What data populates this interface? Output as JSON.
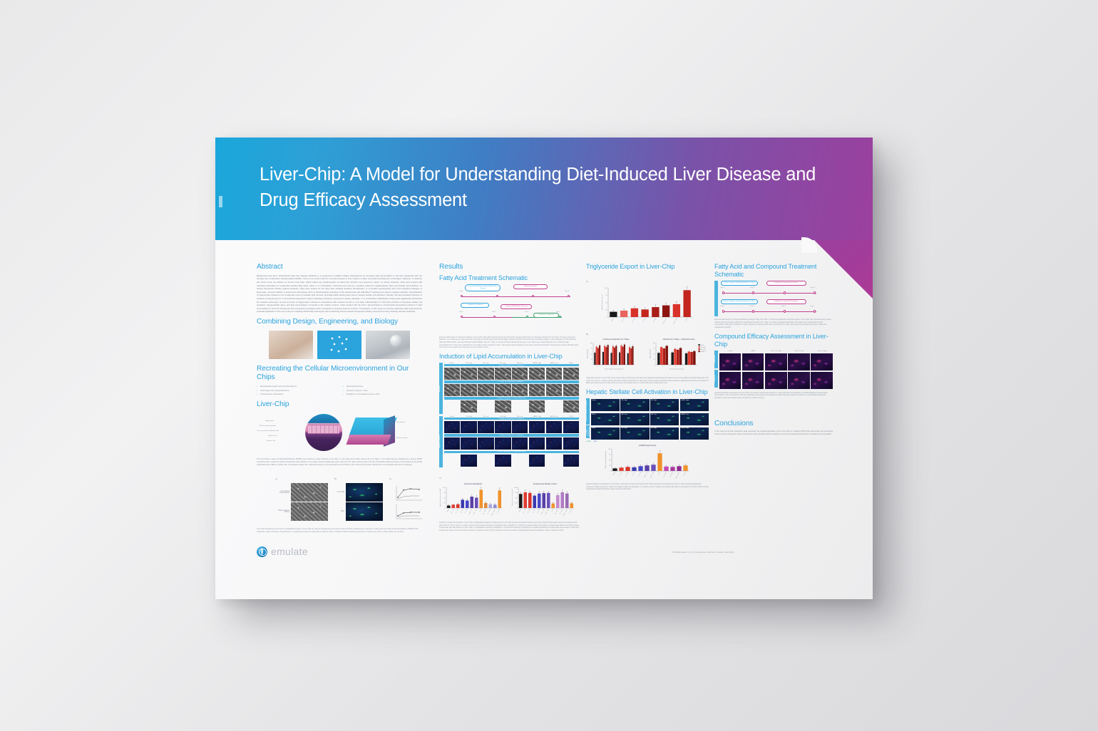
{
  "poster": {
    "title": "Liver-Chip: A Model for Understanding Diet-Induced Liver Disease and Drug Efficacy Assessment",
    "copyright": "© 2020 Emulate, Inc | 27 Drydock Ave, 5th Floor | Boston, MA 02210",
    "logo_text": "emulate"
  },
  "abstract": {
    "heading": "Abstract",
    "body": "Background and Aims. Nonalcoholic fatty liver disease (NAFLD) is a progressive condition initially characterized by increased lipid accumulation in the liver (steatosis) and can develop into nonalcoholic steatohepatitis (NASH). There is an unmet need for a human-relevant in vitro model to enable successful development of therapies. Methods. To address this unmet need, we utilized our human Liver-Chip, which retains key characteristics of native liver function over long-term culture. To induce steatosis, chips were treated with saturated (palmitate) or unsaturated (oleate) fatty acids, alone or in combination. TGF-beta was used as a positive control for hepatocellular injury and stellate cell activation. To assess therapeutic efficacy against steatosis, chips were treated for two days after initiating steatosis (therapeutic), or co-treated (prophylactic) with a liver-targeted analogue of firsocostat, a known inhibitor of acetyl-CoA carboxylase (ACC-i). Morphological evaluation of the hepatocytes and AdipoRed™ staining was used to evaluate steatosis. Quantification of triglycerides released in the media was used to evaluate lipid removal, and alpha-SMA staining was used to assess stellate cell activation. Results. We demonstrated induction of steatosis in hepatocytes in a concentration-dependent manner following continuous exposure to oleate, palmitate, or in combination. Withdrawal of fatty acids significantly diminished the steatotic phenotype as well as levels of triglycerides released in accordance with relevant human in vivo data. Administration of TGF-beta resulted in increased stellate cell activation, hepatocellular injury, and lipid accumulation compared to the vehicle controls. Chips treated with the ACC-i demonstrated a concentration-dependent reduction in lipid accumulation in both the therapeutic and prophylactic paradigms when compared to steatosis-induced controls. Conclusions. In this study we provide preliminary data supporting the potential application of the Liver-Chip for modeling NAFLD-like phenotypes and conducting human-relevant therapeutic efficacy assessment using clinically relevant endpoints."
  },
  "design": {
    "heading": "Combining Design, Engineering, and Biology",
    "images": [
      "chip-in-hand-photo",
      "cell-pattern-graphic",
      "instrument-render"
    ]
  },
  "microenvironment": {
    "heading": "Recreating the Cellular Microenvironment in Our Chips",
    "bullets_left": [
      "Extracellular matrix and cell interactions",
      "Cell shape and cytoarchitecture",
      "Tissue-tissue interactions"
    ],
    "bullets_right": [
      "Mechanical forces",
      "Dynamic system + flow",
      "Resident or circulating immune cells"
    ]
  },
  "liverchip": {
    "heading": "Liver-Chip",
    "diagram_labels_left": [
      "Hepatocytes",
      "ECM-coated membrane",
      "Liver sinusoidal endothelial cells",
      "Stellate cells",
      "Kupffer cells"
    ],
    "diagram_labels_right": [
      "Top channel",
      "Bottom channel"
    ],
    "body": "The Liver-Chip is made of polydimethylsiloxane (PDMS) and contains an upper channel (1 mm high x 1 mm wide) and a lower channel (0.2 mm high x 1 mm wide) that are separated by a porous PDMS membrane that is coated by hepatic extracellular matrix (ECM). In our design, primary hepatocytes were cultured in the upper channel and on the top of the ECM-coated membrane, and primary liver sinusoidal endothelial cells (LSECs), Kupffer cells, and hepatic stellate cells, collectively known as non-parenchymal cells (NPCs), were cultured in the lower channel and on the opposite side of the membrane.",
    "figure_panels": [
      "A)",
      "B)",
      "C)"
    ],
    "panel_a_labels": [
      "Top channel (Hepatocytes)",
      "Bottom channel (NPCs)"
    ],
    "panel_b_labels": [
      "Liver-Chip",
      "Plate"
    ],
    "caption": "Liver-Chip Morphology and Function. A) Brightfield images of Liver-Chip top channel (hepatocytes) and bottom channel (NPCs) maintained up to 14 days in culture. B) Liver-Chips showed localization of MRP2 at the canalicular / efflux membrane of hepatocytes vs. hepatocytes cultured on plate after 14 days in culture. C) Rates of albumin and urea secretions in human Liver-Chip vs. plate culture over 14 days."
  },
  "results": {
    "heading": "Results"
  },
  "fa_schematic": {
    "heading": "Fatty Acid Treatment Schematic",
    "pills": [
      "Liver-Chip Seeding, Seeding Stabilization, Dosing",
      "Steatosis Induction",
      "Continuous Treatment",
      "Treatment Withdrawal / Recovery",
      "Continuous Treatment"
    ],
    "timeline_top_days": [
      "Day 0",
      "Day 5",
      "Day 10"
    ],
    "timeline_mid_days": [
      "Day 0",
      "Day 5",
      "Day 7"
    ],
    "timeline_bot_days": [
      "Day 0",
      "Day 3",
      "Day 5",
      "Day 7"
    ],
    "caption": "Experimental Design for Lipid Accumulation in Liver-Chip. Fatty acid treatment protocols showing the experimental timeline for steatosis induction in Liver-Chip. To create continuous steatosis, Liver-Chips were treated with oleic acid (OA) at 150 µM (Low) and 300 µM (High), palmitic acid (PA) at 50 µM (Low) and 300 µM (High), or the combination of OA and PA at 300 µM (OA/PA-HIGH), oleic acid 300 µM (OA/PA-300µM), high for 7 days. To model induction followed by recovery, Liver-Chips were treated with OA, PA, or OA/PA at high concentrations for 3 days then maintained in non-treated culture media for 4 days. TGF-β was treated separately at 10 ng/mL. Both Top and bottom channels were dosed with fatty acids and TGF-β; non-treated Liver-Chip was used as a vehicle control."
  },
  "lipid_accumulation": {
    "heading": "Induction of Lipid Accumulation in Liver-Chip",
    "panel_letters": [
      "A)",
      "B)",
      "C)"
    ],
    "column_labels": [
      "Vehicle",
      "OA - High",
      "OA - Low",
      "PA - High",
      "PA - Low",
      "OA/PA - High",
      "OA/PA - Low",
      "TGF-β"
    ],
    "row_bands": [
      "3 Days of Continuous Treatment",
      "7 Days of Continuous Treatment",
      "3 Days Treatment + 4 Days Recovery"
    ],
    "side_band_a": "Brightfield",
    "side_band_b": "AdipoRed / Hoechst",
    "caption": "Induction of Lipid Accumulation in Liver-Chip. A) Brightfield imaging of hepatocytes in Liver-Chip showing increased incidence and sizes of lipid droplets after continuous treatment with fatty acids for 3 and 7 days vs. vehicle controls. B) Increased expression of lipophilic stain, AdipoRed™, confirming increased lipid accumulation in hepatocytes within Liver-Chips treated continuously with fatty acids for 3 and 7 days. C) Quantitative analysis of AdipoRed™ and Hoechst staining of hepatocytes revealed significantly increased lipid accumulation in fatty acid treated Liver-Chips as well as TGF-β treatment vs vehicle controls. TGF-β resulted in toxicity as evident by significantly reduced hepatocyte nuclei vs vehicle controls."
  },
  "lipid_charts": [
    {
      "type": "bar",
      "title": "Lipid accumulation",
      "ylabel": "AdipoRed + particles per cell (x10⁴ units per field)",
      "categories": [
        "Vehicle",
        "OA - Low",
        "OA - High",
        "PA - Low",
        "PA - High",
        "OA/PA - Low",
        "OA/PA - High",
        "TGF-β",
        "OA - High R",
        "PA - High R",
        "OA/PA - High R",
        "TGF-β R"
      ],
      "values": [
        12,
        16,
        18,
        40,
        36,
        55,
        50,
        88,
        24,
        18,
        16,
        85
      ],
      "errors": [
        4,
        4,
        5,
        7,
        8,
        9,
        9,
        12,
        6,
        5,
        5,
        12
      ],
      "colors": [
        "#1a1a1a",
        "#e03c31",
        "#d8332a",
        "#3b3bb0",
        "#4646c8",
        "#5a3fa8",
        "#6a4fb8",
        "#f0922b",
        "#e08a3c",
        "#a9a6e0",
        "#8f8cd6",
        "#f0922b"
      ],
      "annotations": [
        "****",
        "***",
        "OA / PA vs Vehicle"
      ],
      "ylim": [
        0,
        100
      ]
    },
    {
      "type": "bar",
      "title": "Hepatocyte Nuclei count",
      "ylabel": "Nuclei per area of section field",
      "categories": [
        "Vehicle",
        "OA - Low",
        "OA - High",
        "PA - Low",
        "PA - High",
        "OA/PA - Low",
        "OA/PA - High",
        "TGF-β",
        "OA - High R",
        "PA - High R",
        "OA/PA - High R",
        "TGF-β R"
      ],
      "values": [
        680,
        760,
        730,
        600,
        700,
        720,
        730,
        220,
        620,
        760,
        700,
        230
      ],
      "errors": [
        90,
        110,
        90,
        70,
        90,
        90,
        90,
        50,
        80,
        110,
        90,
        50
      ],
      "colors": [
        "#1a1a1a",
        "#e03c31",
        "#d8332a",
        "#3b3bb0",
        "#4646c8",
        "#5a3fa8",
        "#6a4fb8",
        "#f0922b",
        "#c48ad0",
        "#b07ac4",
        "#9a6ab4",
        "#f0922b"
      ],
      "annotations": [
        "TGF-β vs Vehicle",
        "****"
      ],
      "ylim": [
        0,
        1000
      ]
    }
  ],
  "triglyceride": {
    "heading": "Triglyceride Export in Liver-Chip",
    "panel_letters": [
      "A)",
      "B)"
    ],
    "caption": "Triglyceride Export in Liver-Chip. Liver-Chips treated continuously with fatty acids displayed significantly increased de novo accumulation and lipid triglyceride (TG) export over time vs. vehicle controls. Removal of fatty acid stimuli for 4 days after 3 days exposure with fatty acids resulted in significantly reduced accumulation of lipids and reduced export of fatty acids over time concomitant with the reduced fatty acid / triglyceride levels.",
    "charts": [
      {
        "type": "bar",
        "title": "Lipid accumulation",
        "ylabel": "AdipoRed + particles per cell",
        "categories": [
          "Vehicle",
          "OA - Low",
          "OA - High",
          "PA - Low",
          "PA - High",
          "OA/PA - Low",
          "OA/PA - High",
          "TGF-β"
        ],
        "values": [
          18,
          22,
          30,
          26,
          34,
          40,
          44,
          92
        ],
        "errors": [
          5,
          6,
          7,
          6,
          8,
          9,
          9,
          12
        ],
        "colors": [
          "#1a1a1a",
          "#e8645c",
          "#d8332a",
          "#c2261e",
          "#a81d17",
          "#8c1511",
          "#d8332a",
          "#c2261e"
        ],
        "legend": [
          "Vehicle",
          "Day 3",
          "Day 5",
          "Day 7"
        ],
        "annotations": [
          "***",
          "**",
          "*"
        ],
        "ylim": [
          0,
          100
        ]
      },
      {
        "type": "bar",
        "title": "Continuous Induction for 7 Days",
        "ylabel": "Triglycerides (µM)",
        "categories": [
          "Vehicle",
          "OA - High",
          "PA - High",
          "OA/PA - High",
          "TGF-β"
        ],
        "series": [
          {
            "name": "Vehicle",
            "values": [
              55,
              58,
              54,
              56,
              52
            ],
            "color": "#1a1a1a"
          },
          {
            "name": "OA - High/Low",
            "values": [
              82,
              86,
              84,
              88,
              80
            ],
            "color": "#e03c31"
          },
          {
            "name": "PA - High/Low",
            "values": [
              76,
              80,
              78,
              82,
              74
            ],
            "color": "#b01c14"
          },
          {
            "name": "OA/PA - High/Low",
            "values": [
              88,
              90,
              86,
              92,
              84
            ],
            "color": "#7a100b"
          }
        ],
        "xlabel": "Sample Collection Timepoint (days)",
        "xticks": [
          "3",
          "5",
          "7"
        ],
        "ylim": [
          0,
          100
        ]
      },
      {
        "type": "bar",
        "title": "Induction for 3 Days + 4 Days Recovery",
        "ylabel": "Triglycerides (µM)",
        "categories": [
          "Vehicle",
          "OA - High",
          "PA - High",
          "OA/PA - High",
          "TGF-β"
        ],
        "series": [
          {
            "name": "Vehicle",
            "values": [
              54,
              56,
              52
            ],
            "color": "#1a1a1a"
          },
          {
            "name": "OA - High/Low",
            "values": [
              80,
              72,
              60
            ],
            "color": "#e03c31"
          },
          {
            "name": "PA - High/Low",
            "values": [
              74,
              68,
              58
            ],
            "color": "#b01c14"
          },
          {
            "name": "OA/PA - High/Low",
            "values": [
              86,
              76,
              62
            ],
            "color": "#7a100b"
          }
        ],
        "xlabel": "Recovery Timepoint (days)",
        "xticks": [
          "3",
          "5",
          "7"
        ],
        "legend": [
          "Vehicle",
          "OA - High/Low",
          "PA - High/Low",
          "OA/PA - High/Low"
        ],
        "ylim": [
          0,
          100
        ]
      }
    ]
  },
  "stellate": {
    "heading": "Hepatic Stellate Cell Activation in Liver-Chip",
    "grid_labels_row1": [
      "Vehicle",
      "OA - High",
      "PA - High",
      "OA/PA - High"
    ],
    "grid_labels_row2": [
      "TGF-β",
      "OA - Low",
      "PA - Low",
      "OA/PA - Low"
    ],
    "grid_labels_row3": [
      "TGF-β",
      "OA - High",
      "PA - High",
      "OA/PA - High"
    ],
    "side_band_1": "7 Days of Continuous Treatment",
    "side_band_2": "3 Days Treatment + 4 Days Recovery",
    "scale_bar": "200 µM",
    "legend": [
      "α-SMA",
      "DAPI"
    ],
    "chart": {
      "type": "bar",
      "title": "α-SMA Expression",
      "ylabel": "α-SMA + area per field (x10³ µm²)",
      "categories": [
        "Vehicle",
        "OA - Low",
        "OA - High",
        "PA - Low",
        "PA - High",
        "OA/PA - Low",
        "OA/PA - High",
        "TGF-β",
        "OA - High R",
        "PA - High R",
        "OA/PA - High R",
        "TGF-β R"
      ],
      "values": [
        14,
        18,
        22,
        20,
        26,
        30,
        34,
        96,
        24,
        22,
        26,
        30
      ],
      "errors": [
        4,
        5,
        6,
        5,
        7,
        8,
        9,
        14,
        6,
        6,
        7,
        8
      ],
      "colors": [
        "#1a1a1a",
        "#e03c31",
        "#d8332a",
        "#3b3bb0",
        "#4646c8",
        "#5a3fa8",
        "#6a4fb8",
        "#f0922b",
        "#c44bb0",
        "#a93aa0",
        "#8f2a90",
        "#f0922b"
      ],
      "legend": [
        "Vehicle",
        "OA - Low",
        "OA - High",
        "PA - Low",
        "PA - High",
        "OA/PA - Low",
        "OA/PA - High",
        "TGF-β"
      ],
      "ylim": [
        0,
        120
      ]
    },
    "caption": "Hepatic Stellate Cell Activation in Liver-Chip. Liver-Chips treated continuously with TGF-β and high concentrations of OA for 7 days revealed significantly increased α-SMA expression, marker for hepatic stellate cell activation, vs. vehicle controls. Stellate cells treated with high concentrations of OA and TGF-β remain significantly activated following 4 days treatment withdrawal."
  },
  "fa_compound": {
    "heading": "Fatty Acid and Compound Treatment Schematic",
    "rows": [
      {
        "pill_left": "Culture Seeding, Seeding Stabilization & Flow",
        "pill_right": "Fatty Acid & Compound Treatment",
        "days": [
          "Day 0",
          "Day 5",
          "Day 7",
          "Day 10"
        ],
        "ticks": [
          "Day 0",
          "Timepoint",
          "Day 7",
          "Day 7"
        ]
      },
      {
        "pill_left": "Culture Seeding, Seeding Stabilization & Flow",
        "pill_right": "Fatty Acid & Compound Treatment",
        "days": [
          "Day 0",
          "Day 3",
          "Day 5",
          "Day 7"
        ],
        "ticks": [
          "Day 0",
          "Day 3",
          "Day 5",
          "Day 7"
        ]
      }
    ],
    "caption": "Experimental Design for Compound Efficacy testing in Fatty Liver-Chip. To model a prophylactic treatment regimen, liver-chips were simultaneously treated with the high concentration (300 µM) of OA/PA and the ACC-i for 7 days. To model a therapeutic approach, liver-chips were treated with the high concentration (300 µM) of OA/PA for 3 days, followed by treatment with ACC-i and OA/PA for 4 days; Non-treated Liver-Chips treated liver-chips were evaluated as controls."
  },
  "compound_efficacy": {
    "heading": "Compound Efficacy Assessment in Liver-Chip",
    "column_labels": [
      "Control",
      "OA/PA",
      "+ ACC-i (0.1 µM)",
      "+ ACC-i (1 µM)",
      "+ ACC-i (5 µM)"
    ],
    "side_band_1": "Prophylactic",
    "side_band_2": "Therapeutic",
    "scale_bar": "200 µM",
    "caption": "Compound Efficacy Assessment in Liver-Chip. Liver-Chips continuously treated for 7 days with high concentrations of OA/PA displayed increased lipid accumulation. ACC-i treatment in both the prophylactic (top panels) and therapeutic (bottom panels) regimens resulted in a concentration-dependent decrease in lipid accumulation when compared to vehicle controls."
  },
  "conclusions": {
    "heading": "Conclusions",
    "body": "In this study we provide preliminary data supporting the potential application of the Liver-Chip for modeling NAFLD-like phenotypes and conducting human-relevant therapeutic efficacy assessment using clinically relevant endpoints such as the histological assessment of hepatic lipid accumulation."
  }
}
